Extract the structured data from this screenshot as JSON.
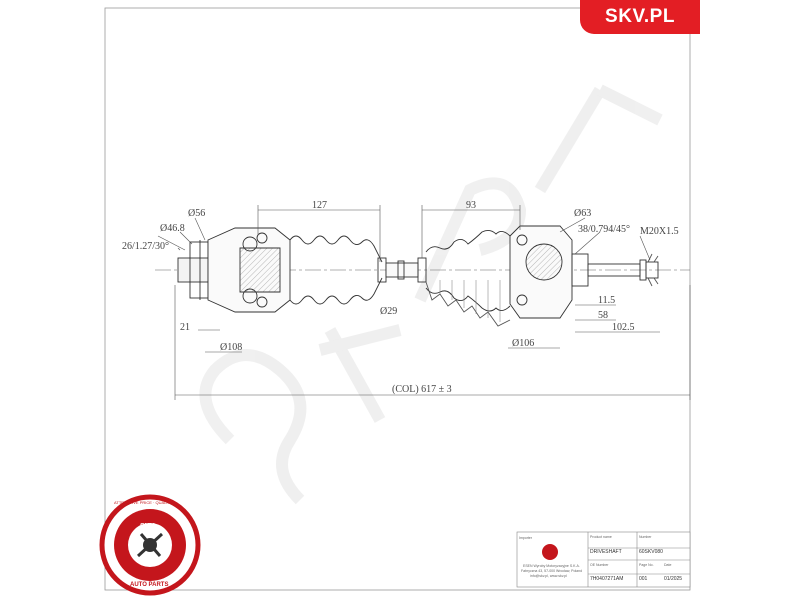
{
  "brand": {
    "name": "SKV.PL",
    "color": "#e31e24"
  },
  "watermark": "SKV.PL",
  "dimensions": {
    "d56": "Ø56",
    "d46_8": "Ø46.8",
    "spline_in": "26/1.27/30°",
    "d108": "Ø108",
    "w21": "21",
    "len127": "127",
    "len93": "93",
    "d29": "Ø29",
    "d63": "Ø63",
    "spline_out": "38/0.794/45°",
    "thread": "M20X1.5",
    "w11_5": "11.5",
    "w58": "58",
    "w102_5": "102.5",
    "d106": "Ø106",
    "overall": "(COL) 617 ± 3"
  },
  "seal": {
    "top_text": "ATTRACTIVE PRICE · QUALITY ·",
    "bottom_text": "AUTO PARTS",
    "center": "SKV"
  },
  "title_block": {
    "importer_label": "Importer",
    "importer_name": "ESEN Wyroby Motoryzacyjne S.K.A.",
    "importer_address": "Fabryczna 43, 57-000 Wrocław, Poland",
    "importer_contact": "info@skv.pl, www.skv.pl",
    "product_label": "Product name",
    "product_name": "DRIVESHAFT",
    "number_label": "Number",
    "number": "60SKV080",
    "oe_label": "OE Number",
    "oe_number": "7H0407271AM",
    "page_label": "Page No.",
    "page_no": "001",
    "date_label": "Date",
    "date": "01/2025"
  }
}
